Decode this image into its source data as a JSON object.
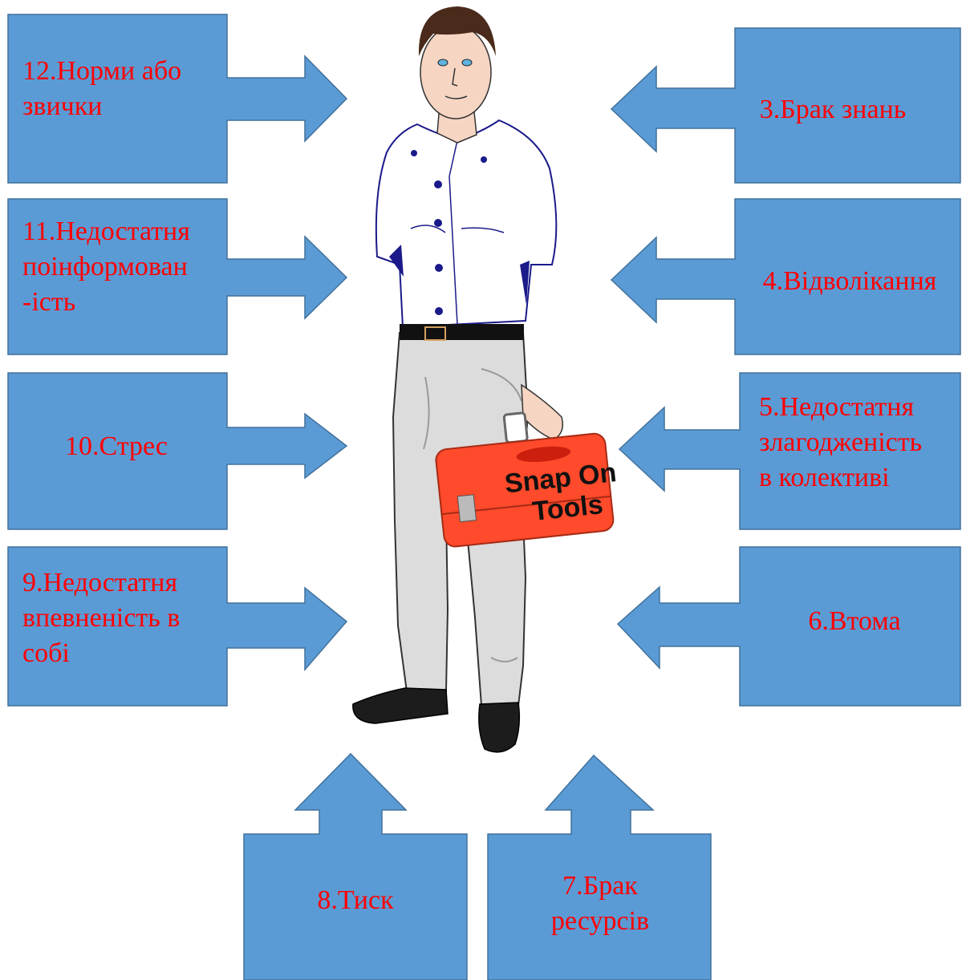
{
  "figure": {
    "factors": [
      {
        "id": "f12",
        "lines": [
          "12.Норми або",
          "звички"
        ]
      },
      {
        "id": "f3",
        "lines": [
          "3.Брак знань"
        ]
      },
      {
        "id": "f11",
        "lines": [
          "11.Недостатня",
          "поінформован",
          "-ість"
        ]
      },
      {
        "id": "f4",
        "lines": [
          "4.Відволікання"
        ]
      },
      {
        "id": "f10",
        "lines": [
          "10.Стрес"
        ]
      },
      {
        "id": "f5",
        "lines": [
          "5.Недостатня",
          "злагодженість",
          "в колективі"
        ]
      },
      {
        "id": "f9",
        "lines": [
          "9.Недостатня",
          "впевненість в",
          "собі"
        ]
      },
      {
        "id": "f6",
        "lines": [
          "6.Втома"
        ]
      },
      {
        "id": "f8",
        "lines": [
          "8.Тиск"
        ]
      },
      {
        "id": "f7",
        "lines": [
          "7.Брак",
          "ресурсів"
        ]
      }
    ],
    "toolbox_logo": [
      "Snap On",
      "Tools"
    ]
  },
  "colors": {
    "arrow_fill": "#5b9bd5",
    "arrow_stroke": "#41719c",
    "label_text": "#ff0000",
    "toolbox": "#ff4a2b"
  },
  "icons": [
    "worker-figure",
    "toolbox-icon"
  ]
}
